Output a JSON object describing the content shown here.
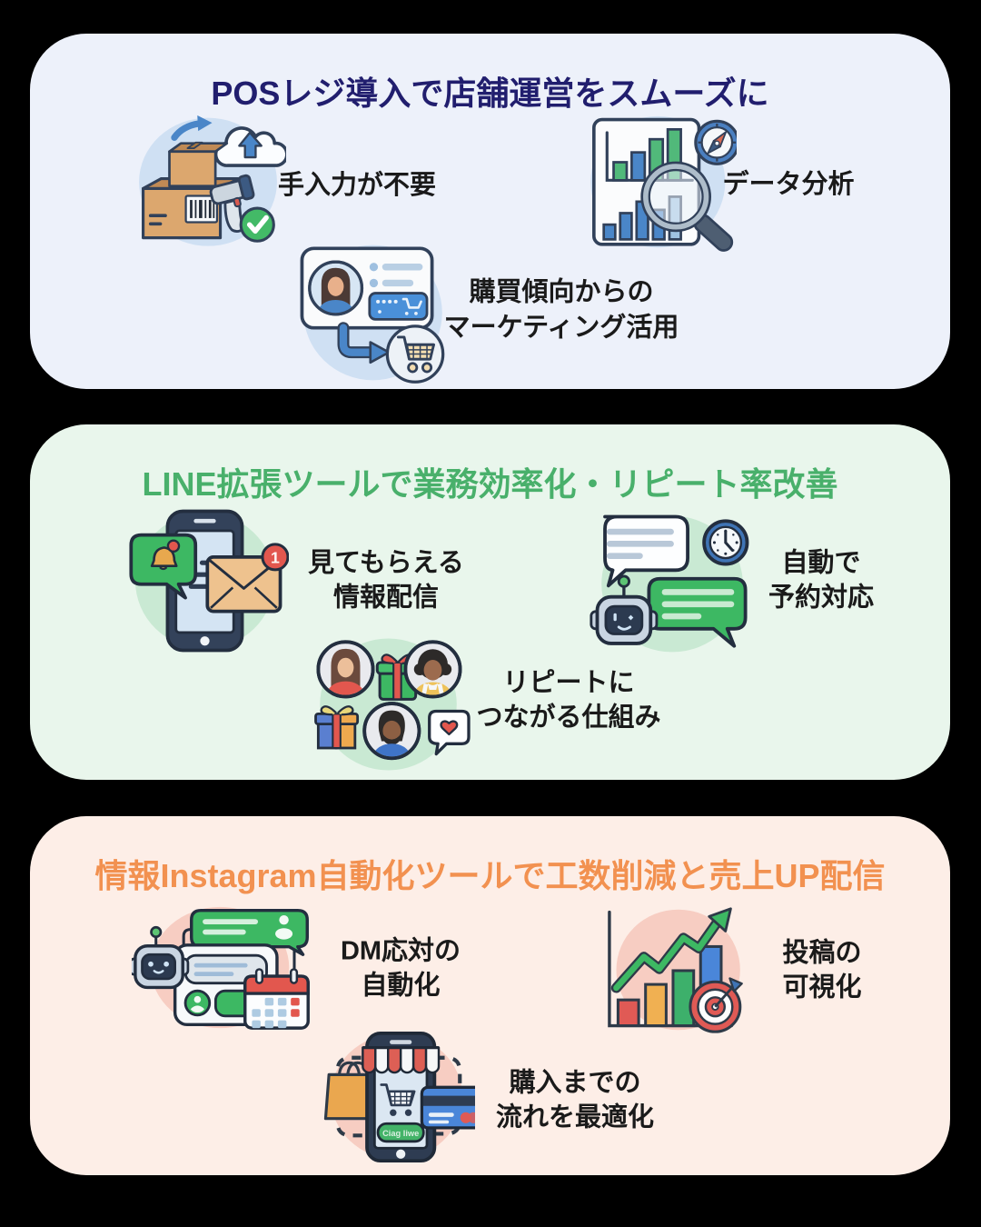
{
  "page": {
    "background": "#000000"
  },
  "sections": [
    {
      "id": "pos",
      "panel_color": "#edf1fa",
      "title": "POSレジ導入で店舗運営をスムーズに",
      "title_color": "#211e6e",
      "accent_circle_color": "#cfe0f3",
      "items": [
        {
          "icon": "package-scan-upload",
          "label_lines": [
            "手入力が不要"
          ]
        },
        {
          "icon": "data-analysis-chart",
          "label_lines": [
            "データ分析"
          ]
        },
        {
          "icon": "customer-profile-cart",
          "label_lines": [
            "購買傾向からの",
            "マーケティング活用"
          ]
        }
      ]
    },
    {
      "id": "line",
      "panel_color": "#e9f6ec",
      "title": "LINE拡張ツールで業務効率化・リピート率改善",
      "title_color": "#49b06b",
      "accent_circle_color": "#c9e9d3",
      "items": [
        {
          "icon": "phone-notification-mail",
          "badge": "1",
          "label_lines": [
            "見てもらえる",
            "情報配信"
          ]
        },
        {
          "icon": "chatbot-clock",
          "label_lines": [
            "自動で",
            "予約対応"
          ]
        },
        {
          "icon": "customers-gifts-heart",
          "label_lines": [
            "リピートに",
            "つながる仕組み"
          ]
        }
      ]
    },
    {
      "id": "insta",
      "panel_color": "#fdeee7",
      "title": "情報Instagram自動化ツールで工数削減と売上UP配信",
      "title_color": "#f29150",
      "accent_circle_color": "#f7cdc2",
      "items": [
        {
          "icon": "dm-bot-calendar",
          "label_lines": [
            "DM応対の",
            "自動化"
          ]
        },
        {
          "icon": "growth-chart-target",
          "label_lines": [
            "投稿の",
            "可視化"
          ]
        },
        {
          "icon": "mobile-shop-checkout",
          "button_label": "Ciag liwe",
          "label_lines": [
            "購入までの",
            "流れを最適化"
          ]
        }
      ]
    }
  ]
}
